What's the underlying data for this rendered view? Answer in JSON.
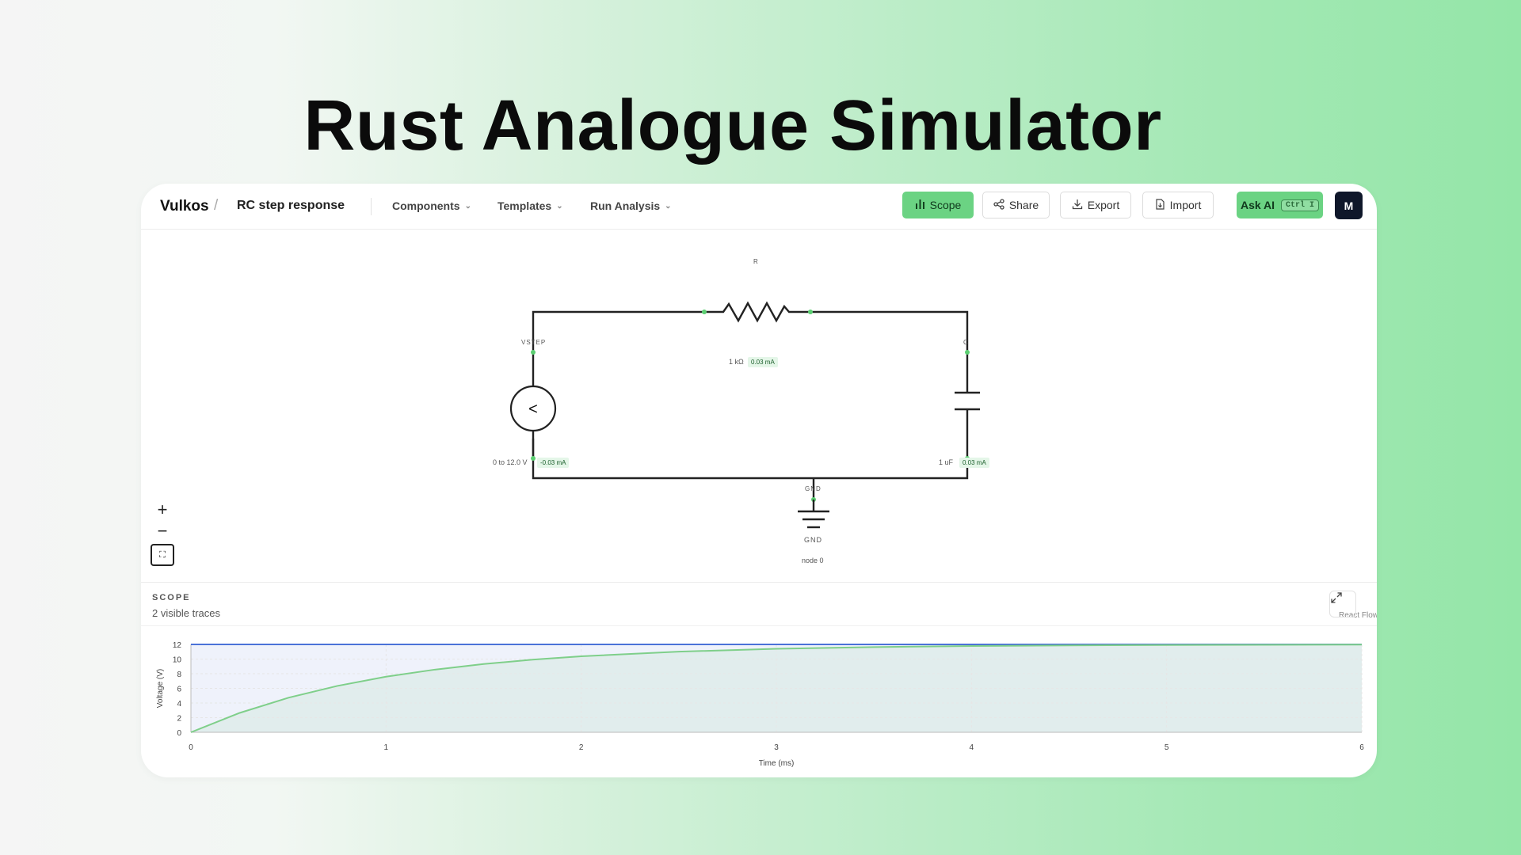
{
  "hero": {
    "title": "Rust Analogue Simulator"
  },
  "header": {
    "brand": "Vulkos",
    "separator": "/",
    "project": "RC step response",
    "menus": [
      {
        "label": "Components"
      },
      {
        "label": "Templates"
      },
      {
        "label": "Run Analysis"
      }
    ],
    "buttons": {
      "scope": "Scope",
      "share": "Share",
      "export": "Export",
      "import": "Import",
      "ask_ai": "Ask AI",
      "ask_ai_shortcut": "Ctrl I"
    },
    "avatar": "M"
  },
  "circuit": {
    "resistor": {
      "name": "R",
      "value": "1 kΩ",
      "current": "0.03 mA"
    },
    "source": {
      "name": "VSTEP",
      "value": "0 to 12.0 V",
      "current": "-0.03 mA",
      "symbol": "<"
    },
    "capacitor": {
      "name": "C",
      "value": "1 uF",
      "current": "0.03 mA"
    },
    "ground": {
      "name": "GND",
      "label": "GND",
      "node": "node 0"
    }
  },
  "controls": {
    "zoom_in": "+",
    "zoom_out": "−",
    "fit": "⛶"
  },
  "react_flow_attribution": "React Flow",
  "scope": {
    "title": "SCOPE",
    "subtitle": "2 visible traces",
    "expand_icon": "↗↙"
  },
  "colors": {
    "accent": "#6bd383",
    "trace_step": "#4a72d8",
    "trace_cap": "#7fcf8a",
    "wire": "#222222",
    "pin": "#5ccf72"
  },
  "chart_data": {
    "type": "line",
    "title": "",
    "xlabel": "Time (ms)",
    "ylabel": "Voltage (V)",
    "xlim": [
      0,
      6
    ],
    "ylim": [
      0,
      12
    ],
    "x_ticks": [
      0,
      1,
      2,
      3,
      4,
      5,
      6
    ],
    "y_ticks": [
      0,
      2,
      4,
      6,
      8,
      10,
      12
    ],
    "grid": true,
    "series": [
      {
        "x": [
          0,
          6
        ],
        "y": [
          12,
          12
        ]
      },
      {
        "x": [
          0,
          0.25,
          0.5,
          0.75,
          1,
          1.25,
          1.5,
          1.75,
          2,
          2.5,
          3,
          3.5,
          4,
          4.5,
          5,
          5.5,
          6
        ],
        "y": [
          0,
          2.65,
          4.72,
          6.33,
          7.59,
          8.56,
          9.32,
          9.92,
          10.38,
          11.01,
          11.4,
          11.64,
          11.78,
          11.87,
          11.92,
          11.95,
          11.97
        ]
      }
    ]
  }
}
